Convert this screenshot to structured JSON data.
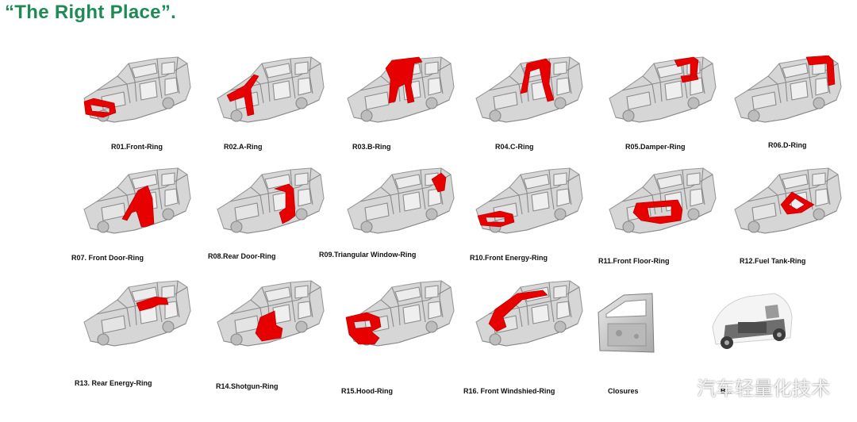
{
  "title": "“The Right Place”.",
  "rings": [
    {
      "id": "r01",
      "label": "R01.Front-Ring",
      "highlight": "front"
    },
    {
      "id": "r02",
      "label": "R02.A-Ring",
      "highlight": "a"
    },
    {
      "id": "r03",
      "label": "R03.B-Ring",
      "highlight": "b"
    },
    {
      "id": "r04",
      "label": "R04.C-Ring",
      "highlight": "c"
    },
    {
      "id": "r05",
      "label": "R05.Damper-Ring",
      "highlight": "damper"
    },
    {
      "id": "r06",
      "label": "R06.D-Ring",
      "highlight": "d"
    },
    {
      "id": "r07",
      "label": "R07. Front Door-Ring",
      "highlight": "frontdoor"
    },
    {
      "id": "r08",
      "label": "R08.Rear Door-Ring",
      "highlight": "reardoor"
    },
    {
      "id": "r09",
      "label": "R09.Triangular Window-Ring",
      "highlight": "triwindow"
    },
    {
      "id": "r10",
      "label": "R10.Front Energy-Ring",
      "highlight": "frontenergy"
    },
    {
      "id": "r11",
      "label": "R11.Front Floor-Ring",
      "highlight": "frontfloor"
    },
    {
      "id": "r12",
      "label": "R12.Fuel Tank-Ring",
      "highlight": "fueltank"
    },
    {
      "id": "r13",
      "label": "R13. Rear Energy-Ring",
      "highlight": "rearenergy"
    },
    {
      "id": "r14",
      "label": "R14.Shotgun-Ring",
      "highlight": "shotgun"
    },
    {
      "id": "r15",
      "label": "R15.Hood-Ring",
      "highlight": "hood"
    },
    {
      "id": "r16",
      "label": "R16. Front Windshied-Ring",
      "highlight": "windshield"
    }
  ],
  "closures_label": "Closures",
  "chassis_label": "B...",
  "watermark_text": "汽车轻量化技术",
  "colors": {
    "title": "#1e8a55",
    "highlight": "#e60000",
    "body": "#c9c9c9",
    "outline": "#8a8a8a"
  }
}
